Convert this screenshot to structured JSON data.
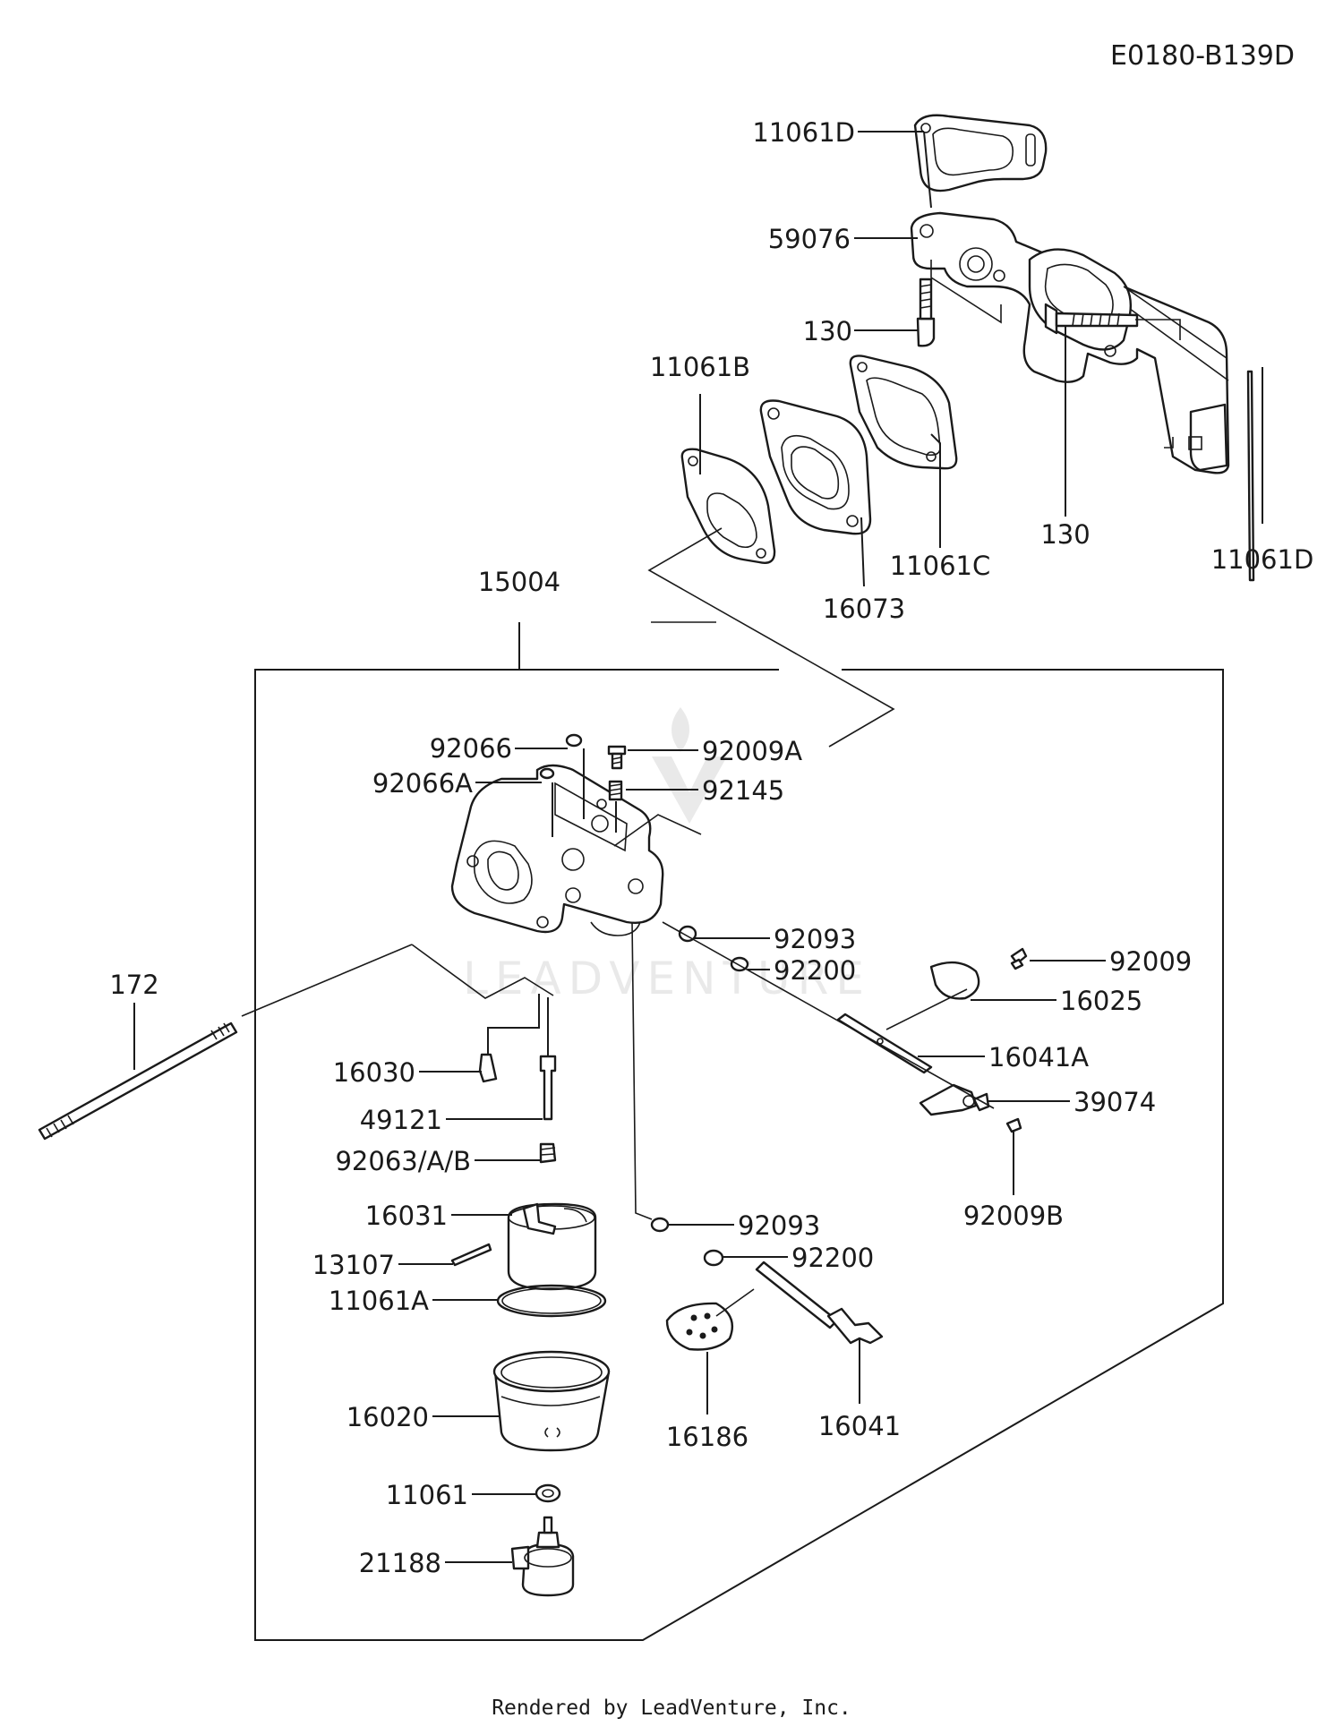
{
  "diagram_code": "E0180-B139D",
  "footer": "Rendered by LeadVenture, Inc.",
  "watermark": "LEADVENTURE",
  "callouts": {
    "p11061D_top": "11061D",
    "p59076": "59076",
    "p130_a": "130",
    "p11061B": "11061B",
    "p130_b": "130",
    "p11061D_right": "11061D",
    "p11061C": "11061C",
    "p16073": "16073",
    "p15004": "15004",
    "p92066": "92066",
    "p92066A": "92066A",
    "p92009A": "92009A",
    "p92145": "92145",
    "p92093_a": "92093",
    "p92200_a": "92200",
    "p92009": "92009",
    "p16025": "16025",
    "p16041A": "16041A",
    "p39074": "39074",
    "p92009B": "92009B",
    "p172": "172",
    "p16030": "16030",
    "p49121": "49121",
    "p92063": "92063/A/B",
    "p16031": "16031",
    "p13107": "13107",
    "p11061A": "11061A",
    "p92093_b": "92093",
    "p92200_b": "92200",
    "p16020": "16020",
    "p16186": "16186",
    "p16041": "16041",
    "p11061": "11061",
    "p21188": "21188"
  }
}
